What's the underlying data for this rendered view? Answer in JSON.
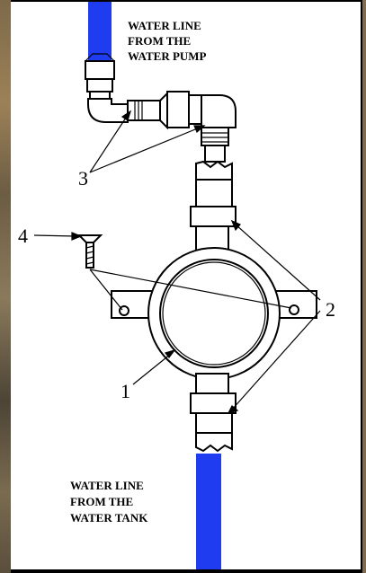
{
  "labels": {
    "pump": [
      "WATER LINE",
      "FROM THE",
      "WATER PUMP"
    ],
    "tank": [
      "WATER LINE",
      "FROM THE",
      "WATER TANK"
    ]
  },
  "callouts": {
    "body": "1",
    "unions": "2",
    "fittings": "3",
    "screw": "4"
  },
  "colors": {
    "pipe": "#1f3cf0",
    "background": "#ffffff",
    "line": "#000000"
  }
}
